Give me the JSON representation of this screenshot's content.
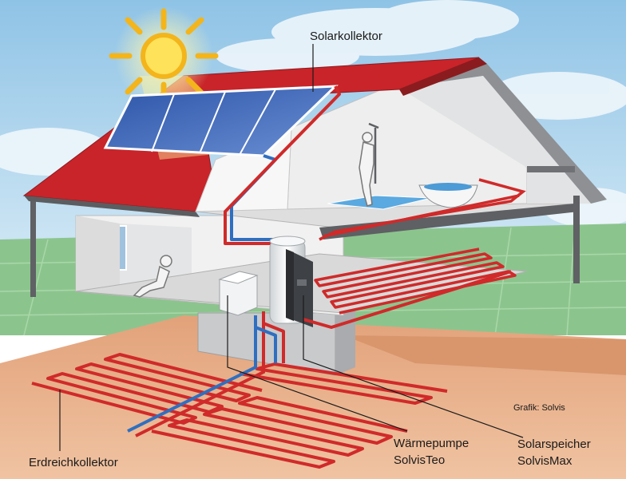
{
  "labels": {
    "solar_collector": "Solarkollektor",
    "ground_collector": "Erdreichkollektor",
    "heat_pump_line1": "Wärmepumpe",
    "heat_pump_line2": "SolvisTeo",
    "solar_storage_line1": "Solarspeicher",
    "solar_storage_line2": "SolvisMax",
    "credit": "Grafik: Solvis"
  },
  "colors": {
    "roof": "#c8242a",
    "hot_pipe": "#d02a2a",
    "cold_pipe": "#2f6fc0",
    "soil": "#e9b08c",
    "grass": "#8cc48e",
    "sky": "#b6d9ee"
  }
}
